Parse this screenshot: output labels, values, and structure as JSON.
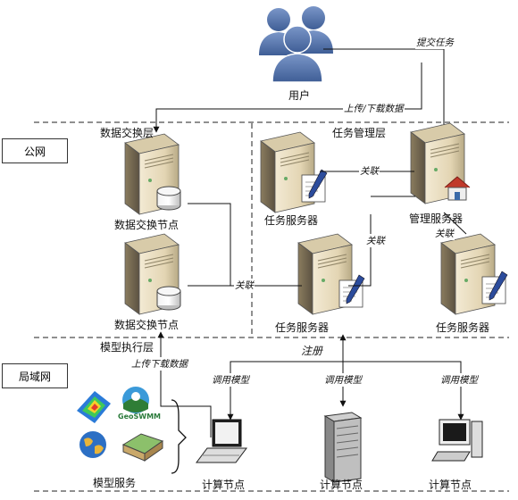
{
  "labels": {
    "user": "用户",
    "submit_task": "提交任务",
    "upload_download_data": "上传/下载数据",
    "public_net": "公网",
    "data_exchange_layer": "数据交换层",
    "task_mgmt_layer": "任务管理层",
    "data_exchange_node_1": "数据交换节点",
    "data_exchange_node_2": "数据交换节点",
    "task_server_1": "任务服务器",
    "task_server_2": "任务服务器",
    "task_server_3": "任务服务器",
    "mgmt_server": "管理服务器",
    "relation_1": "关联",
    "relation_2": "关联",
    "relation_3": "关联",
    "relation_4": "关联",
    "model_exec_layer": "模型执行层",
    "register": "注册",
    "upload_download_data_2": "上传下载数据",
    "local_net": "局域网",
    "call_model_1": "调用模型",
    "call_model_2": "调用模型",
    "call_model_3": "调用模型",
    "model_service": "模型服务",
    "compute_node_1": "计算节点",
    "compute_node_2": "计算节点",
    "compute_node_3": "计算节点",
    "geoswmm_logo": "GeoSWMM"
  },
  "icons": [
    "users-icon",
    "server-database-icon",
    "server-pen-icon",
    "server-house-icon",
    "laptop-icon",
    "rack-server-icon",
    "desktop-pc-icon",
    "heatmap-icon",
    "globe-icon",
    "terrain-icon"
  ],
  "colors": {
    "server_body": "#e9dcbe",
    "server_dark": "#6f6450",
    "users": "#5878b0",
    "arrow": "#111111"
  }
}
